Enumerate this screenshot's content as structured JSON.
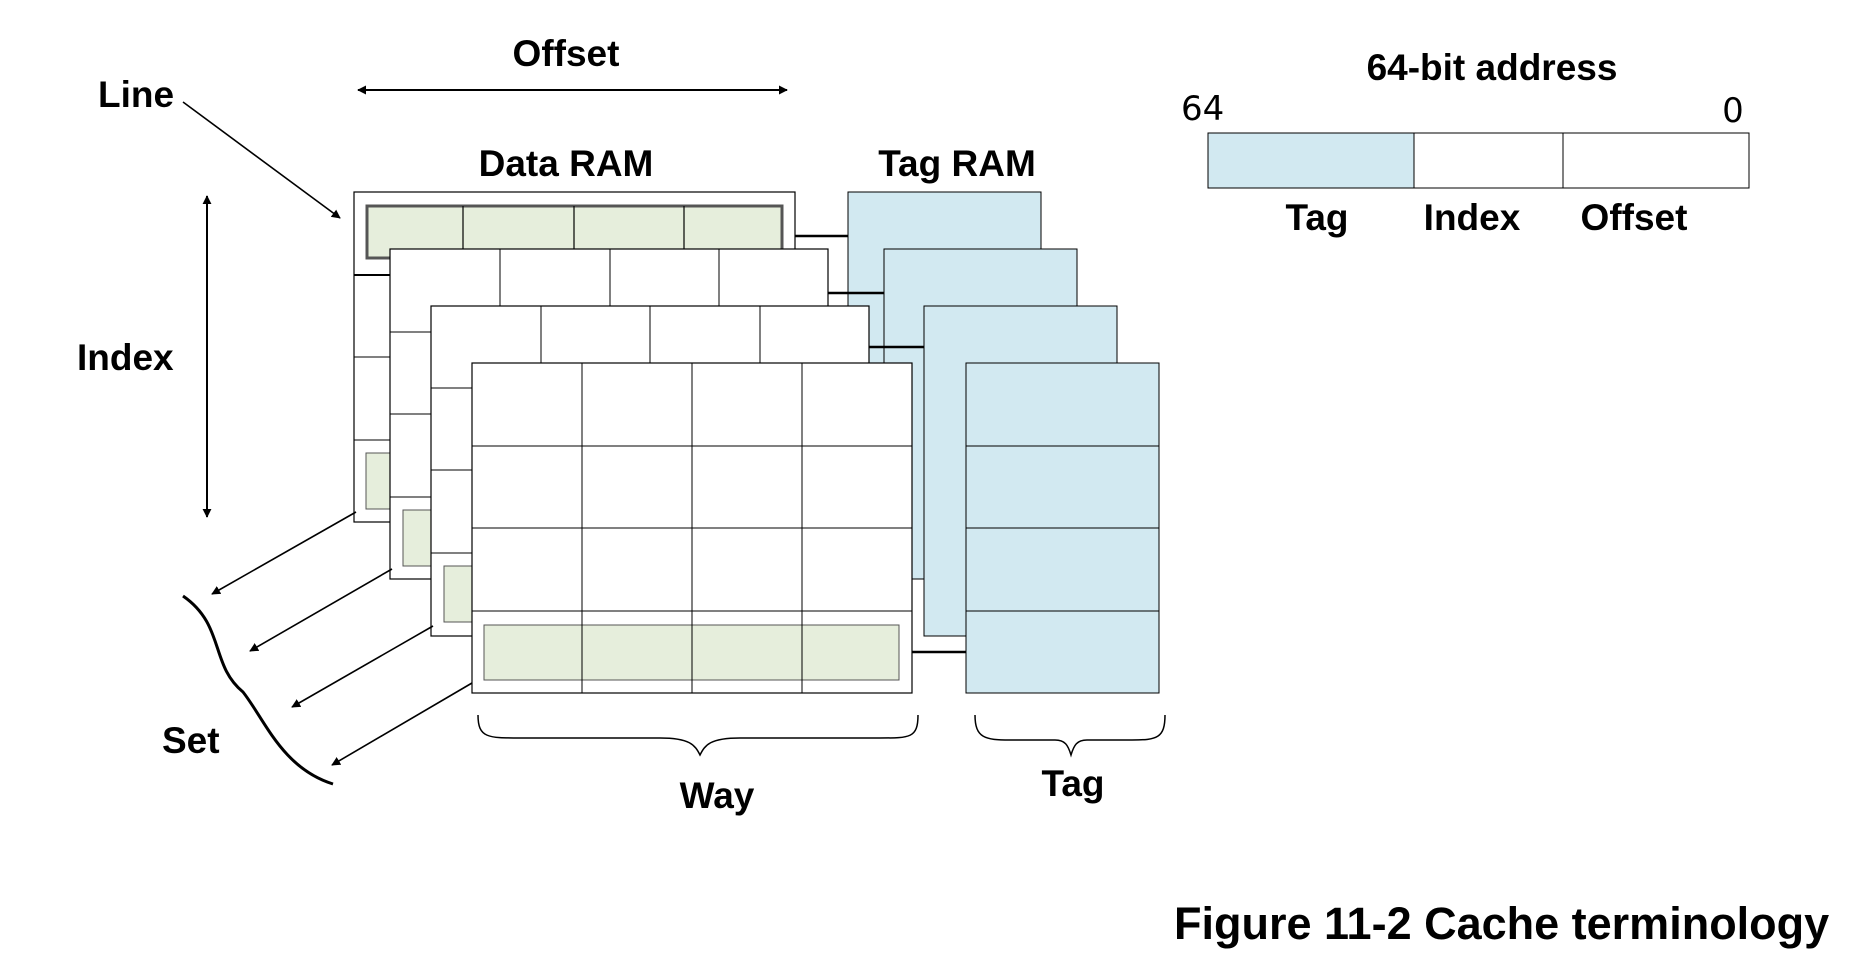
{
  "labels": {
    "offset": "Offset",
    "line": "Line",
    "index": "Index",
    "set": "Set",
    "data_ram": "Data RAM",
    "tag_ram": "Tag RAM",
    "way": "Way",
    "tag": "Tag"
  },
  "address": {
    "title": "64-bit address",
    "high_bit": "64",
    "low_bit": "0",
    "fields": [
      "Tag",
      "Index",
      "Offset"
    ]
  },
  "caption": "Figure 11-2 Cache terminology",
  "colors": {
    "line_fill": "#e6eedc",
    "tag_fill": "#d2e9f1",
    "stroke": "#000000"
  }
}
